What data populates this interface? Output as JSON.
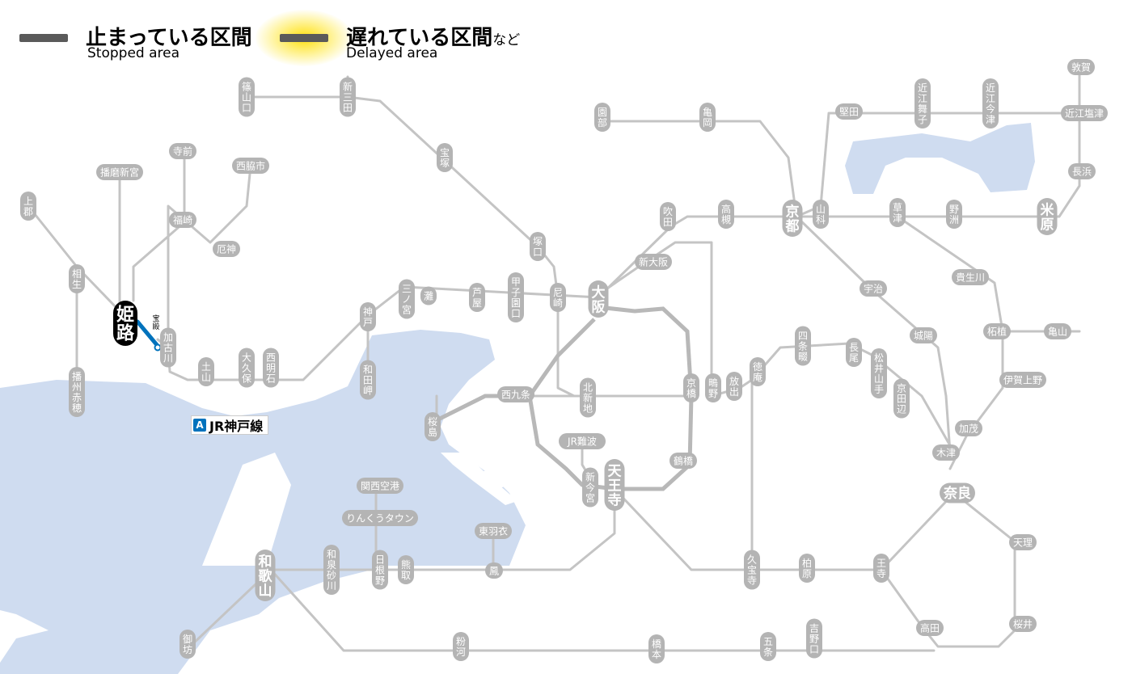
{
  "legend": {
    "stopped_jp": "止まっている区間",
    "stopped_en": "Stopped area",
    "delayed_jp": "遅れている区間",
    "delayed_suffix": "など",
    "delayed_en": "Delayed area"
  },
  "line_label": {
    "badge": "A",
    "name": "JR神戸線"
  },
  "colors": {
    "track": "#c4c4c4",
    "station_box": "#b4b4b4",
    "sea": "#cfdcf0",
    "stopped_segment": "#000000",
    "line_kobe": "#0072bc"
  },
  "stations": {
    "sasayamaguchi": "篠山口",
    "shinsanda": "新三田",
    "takarazuka": "宝塚",
    "tsukaguchi": "塚口",
    "amagasaki": "尼崎",
    "koshienguchi": "甲子園口",
    "ashiya": "芦屋",
    "nada": "灘",
    "sannomiya": "三ノ宮",
    "kobe": "神戸",
    "wadamisaki": "和田岬",
    "nishiakashi": "西明石",
    "okubo": "大久保",
    "dobo": "土山",
    "kakogawa": "加古川",
    "hoden": "宝殿",
    "himeji": "姫路",
    "aioi": "相生",
    "kamigori": "上郡",
    "harima_shingu": "播磨新宮",
    "teramae": "寺前",
    "fukusaki": "福崎",
    "nishiwakishi": "西脇市",
    "yakujin": "厄神",
    "banshu_ako": "播州赤穂",
    "osaka": "大阪",
    "shin_osaka": "新大阪",
    "suita": "吹田",
    "takatsuki": "高槻",
    "kyoto": "京都",
    "yamashina": "山科",
    "kusatsu": "草津",
    "yasu": "野洲",
    "maibara": "米原",
    "nagahama": "長浜",
    "tsuruga": "敦賀",
    "omi_shiotsu": "近江塩津",
    "omi_imazu": "近江今津",
    "omi_maiko": "近江舞子",
    "katata": "堅田",
    "sonobe": "園部",
    "kameoka": "亀岡",
    "uji": "宇治",
    "joyo": "城陽",
    "kizu": "木津",
    "nara": "奈良",
    "kamo": "加茂",
    "iga_ueno": "伊賀上野",
    "tsuge": "柘植",
    "kameyama": "亀山",
    "kibukawa": "貴生川",
    "shijonawate": "四条畷",
    "nagao": "長尾",
    "matsuiyamate": "松井山手",
    "kyotanabe": "京田辺",
    "tokuan": "徳庵",
    "hanaten": "放出",
    "shigino": "鴫野",
    "kyobashi": "京橋",
    "kitashinchi": "北新地",
    "nishikujo": "西九条",
    "sakurajima": "桜島",
    "jr_namba": "JR難波",
    "shin_imamiya": "新今宮",
    "tennoji": "天王寺",
    "tsuruhashi": "鶴橋",
    "kyuhoji": "久宝寺",
    "kashiwara": "柏原",
    "oji": "王寺",
    "tenri": "天理",
    "sakurai": "桜井",
    "takada": "高田",
    "yoshinoguchi": "吉野口",
    "gojo": "五条",
    "hashimoto": "橋本",
    "kokawa": "粉河",
    "wakayama": "和歌山",
    "gobo": "御坊",
    "izumi_sunagawa": "和泉砂川",
    "hineno": "日根野",
    "kumatori": "熊取",
    "otori": "鳳",
    "higashi_hagoromo": "東羽衣",
    "rinku_town": "りんくうタウン",
    "kansai_airport": "関西空港"
  }
}
